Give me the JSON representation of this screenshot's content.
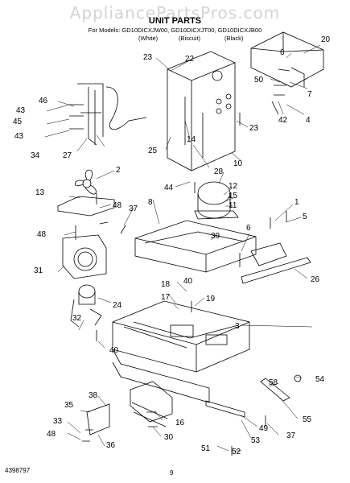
{
  "header": {
    "watermark": "AppliancePartsPros.com",
    "title": "UNIT PARTS",
    "models_line": "For Models: GD10DICXJW00, GD10DICXJT00, GD10DICXJB00",
    "color_white": "(White)",
    "color_biscuit": "(Biscuit)",
    "color_black": "(Black)"
  },
  "footer": {
    "doc_number": "4398797",
    "page_number": "9"
  },
  "callouts": [
    "20",
    "6",
    "7",
    "4",
    "42",
    "50",
    "22",
    "23",
    "23",
    "14",
    "25",
    "10",
    "28",
    "12",
    "15",
    "11",
    "46",
    "43",
    "45",
    "43",
    "34",
    "27",
    "2",
    "13",
    "44",
    "8",
    "37",
    "48",
    "48",
    "31",
    "1",
    "5",
    "6",
    "26",
    "40",
    "18",
    "17",
    "19",
    "39",
    "24",
    "32",
    "40",
    "3",
    "54",
    "38",
    "35",
    "33",
    "48",
    "36",
    "16",
    "30",
    "58",
    "55",
    "49",
    "53",
    "37",
    "51",
    "52"
  ]
}
